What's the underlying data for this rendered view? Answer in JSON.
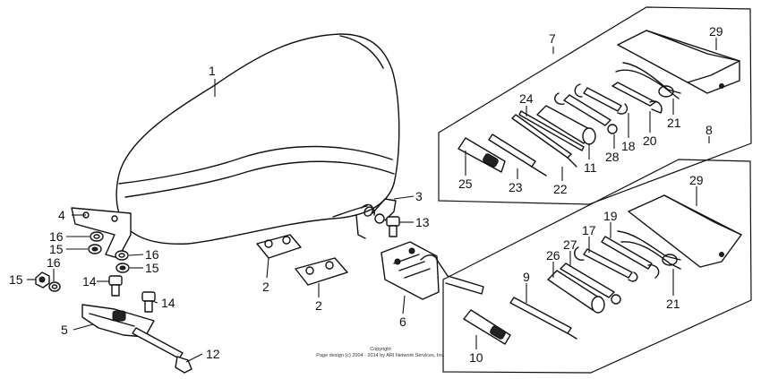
{
  "callouts": {
    "c1": "1",
    "c2": "2",
    "c3": "3",
    "c4": "4",
    "c5": "5",
    "c6": "6",
    "c7": "7",
    "c8": "8",
    "c9": "9",
    "c10": "10",
    "c11": "11",
    "c12": "12",
    "c13": "13",
    "c14": "14",
    "c15": "15",
    "c16": "16",
    "c17": "17",
    "c18": "18",
    "c19": "19",
    "c20": "20",
    "c21": "21",
    "c22": "22",
    "c23": "23",
    "c24": "24",
    "c25": "25",
    "c26": "26",
    "c27": "27",
    "c28": "28",
    "c29": "29"
  },
  "copyright": {
    "line1": "Copyright",
    "line2": "Page design (c) 2004 - 2014 by ARI Network Services, Inc."
  }
}
